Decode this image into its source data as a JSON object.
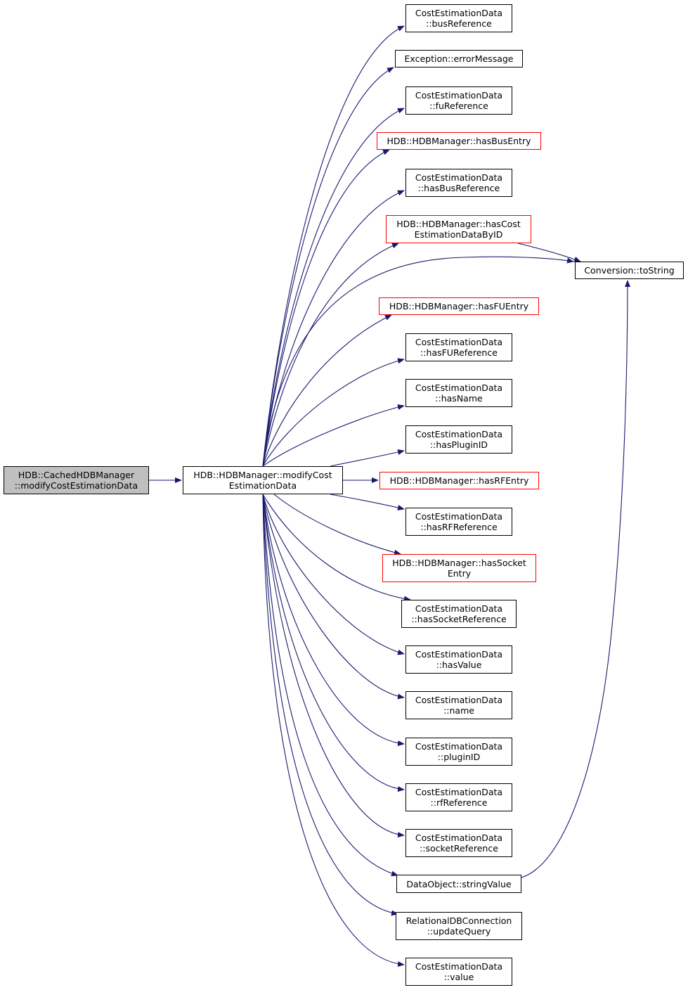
{
  "colors": {
    "edge": "#191970",
    "node_border": "#000000",
    "node_border_incomplete": "#ff0000",
    "root_fill": "#bfbfbf"
  },
  "nodes": {
    "caller": {
      "lines": [
        "HDB::CachedHDBManager",
        "::modifyCostEstimationData"
      ]
    },
    "focus": {
      "lines": [
        "HDB::HDBManager::modifyCost",
        "EstimationData"
      ]
    },
    "toString": {
      "lines": [
        "Conversion::toString"
      ]
    },
    "busReference": {
      "lines": [
        "CostEstimationData",
        "::busReference"
      ]
    },
    "errorMessage": {
      "lines": [
        "Exception::errorMessage"
      ]
    },
    "fuReference": {
      "lines": [
        "CostEstimationData",
        "::fuReference"
      ]
    },
    "hasBusEntry": {
      "lines": [
        "HDB::HDBManager::hasBusEntry"
      ]
    },
    "hasBusReference": {
      "lines": [
        "CostEstimationData",
        "::hasBusReference"
      ]
    },
    "hasCostEstimationDataByID": {
      "lines": [
        "HDB::HDBManager::hasCost",
        "EstimationDataByID"
      ]
    },
    "hasFUEntry": {
      "lines": [
        "HDB::HDBManager::hasFUEntry"
      ]
    },
    "hasFUReference": {
      "lines": [
        "CostEstimationData",
        "::hasFUReference"
      ]
    },
    "hasName": {
      "lines": [
        "CostEstimationData",
        "::hasName"
      ]
    },
    "hasPluginID": {
      "lines": [
        "CostEstimationData",
        "::hasPluginID"
      ]
    },
    "hasRFEntry": {
      "lines": [
        "HDB::HDBManager::hasRFEntry"
      ]
    },
    "hasRFReference": {
      "lines": [
        "CostEstimationData",
        "::hasRFReference"
      ]
    },
    "hasSocketEntry": {
      "lines": [
        "HDB::HDBManager::hasSocket",
        "Entry"
      ]
    },
    "hasSocketReference": {
      "lines": [
        "CostEstimationData",
        "::hasSocketReference"
      ]
    },
    "hasValue": {
      "lines": [
        "CostEstimationData",
        "::hasValue"
      ]
    },
    "name": {
      "lines": [
        "CostEstimationData",
        "::name"
      ]
    },
    "pluginID": {
      "lines": [
        "CostEstimationData",
        "::pluginID"
      ]
    },
    "rfReference": {
      "lines": [
        "CostEstimationData",
        "::rfReference"
      ]
    },
    "socketReference": {
      "lines": [
        "CostEstimationData",
        "::socketReference"
      ]
    },
    "stringValue": {
      "lines": [
        "DataObject::stringValue"
      ]
    },
    "updateQuery": {
      "lines": [
        "RelationalDBConnection",
        "::updateQuery"
      ]
    },
    "value": {
      "lines": [
        "CostEstimationData",
        "::value"
      ]
    }
  }
}
